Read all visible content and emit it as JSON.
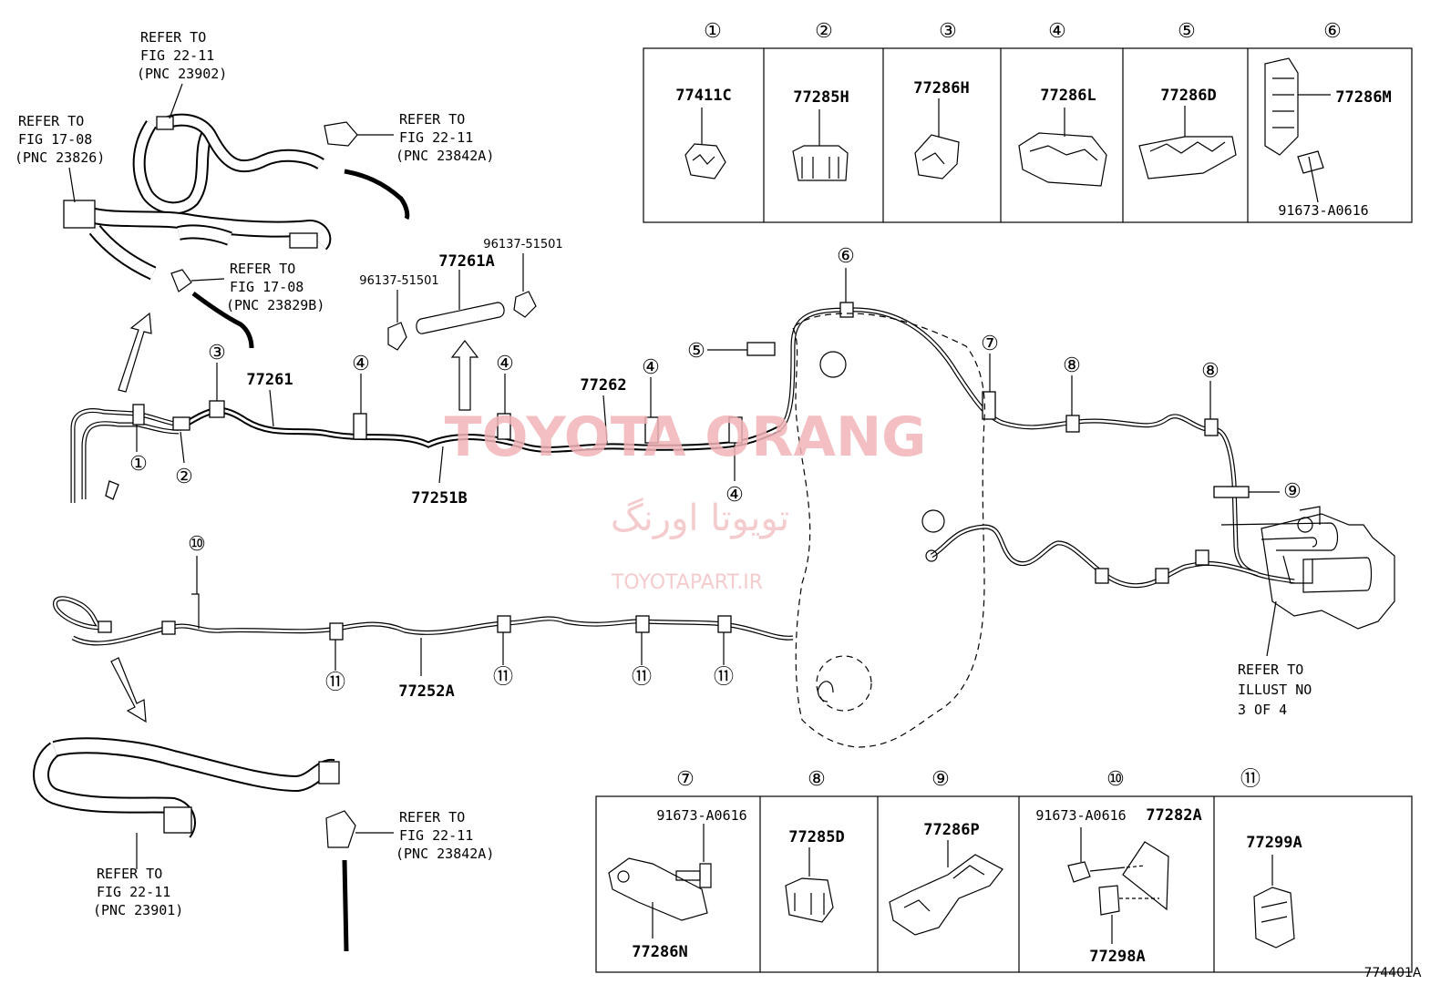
{
  "watermark": {
    "brand_en": "TOYOTA ORANG",
    "brand_fa": "تویوتا اورنگ",
    "site": "TOYOTAPART.IR"
  },
  "figure_code": "774401A",
  "top_table": [
    {
      "no": "①",
      "part": "77411C"
    },
    {
      "no": "②",
      "part": "77285H"
    },
    {
      "no": "③",
      "part": "77286H"
    },
    {
      "no": "④",
      "part": "77286L"
    },
    {
      "no": "⑤",
      "part": "77286D"
    },
    {
      "no": "⑥",
      "part": "77286M",
      "sub": "91673-A0616"
    }
  ],
  "bottom_table": [
    {
      "no": "⑦",
      "part": "77286N",
      "sub": "91673-A0616"
    },
    {
      "no": "⑧",
      "part": "77285D"
    },
    {
      "no": "⑨",
      "part": "77286P"
    },
    {
      "no": "⑩",
      "part": "77282A",
      "sub": "91673-A0616",
      "sub2": "77298A"
    },
    {
      "no": "⑪",
      "part": "77299A"
    }
  ],
  "callouts": {
    "c1": "①",
    "c2": "②",
    "c3": "③",
    "c4": "④",
    "c5": "⑤",
    "c6": "⑥",
    "c7": "⑦",
    "c8": "⑧",
    "c9": "⑨",
    "c10": "⑩",
    "c11": "⑪"
  },
  "parts": {
    "p77261": "77261",
    "p77262": "77262",
    "p77251B": "77251B",
    "p77252A": "77252A",
    "p77261A": "77261A",
    "p96137": "96137-51501"
  },
  "refs": {
    "r1": [
      "REFER TO",
      "FIG 22-11",
      "(PNC 23902)"
    ],
    "r2": [
      "REFER TO",
      "FIG 17-08",
      "(PNC 23826)"
    ],
    "r3": [
      "REFER TO",
      "FIG 22-11",
      "(PNC 23842A)"
    ],
    "r4": [
      "REFER TO",
      "FIG 17-08",
      "(PNC 23829B)"
    ],
    "r5": [
      "REFER TO",
      "ILLUST NO",
      "3 OF 4"
    ],
    "r6": [
      "REFER TO",
      "FIG 22-11",
      "(PNC 23901)"
    ],
    "r7": [
      "REFER TO",
      "FIG 22-11",
      "(PNC 23842A)"
    ]
  }
}
